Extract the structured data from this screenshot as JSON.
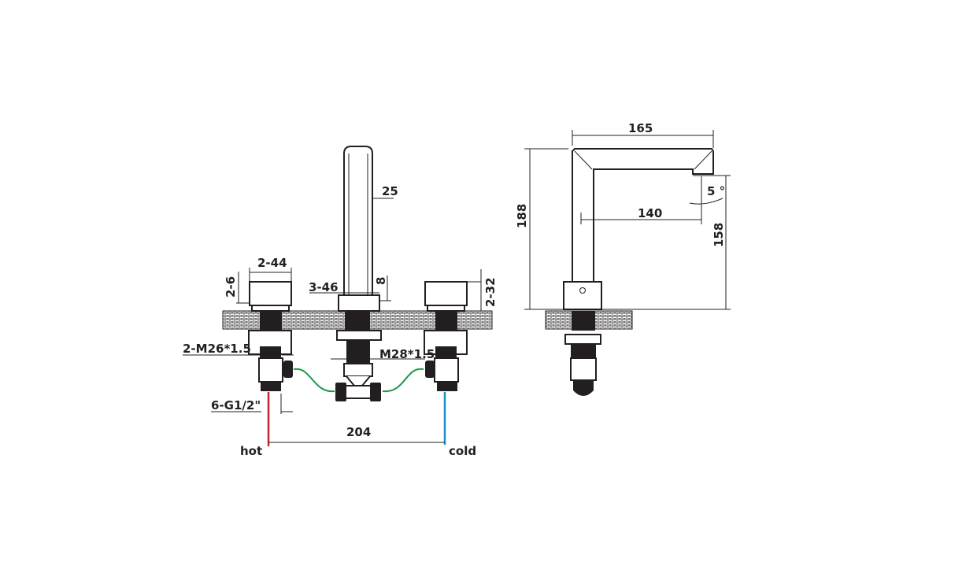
{
  "front_view": {
    "handle_width": "2-44",
    "handle_top": "2-6",
    "spout_base": "3-46",
    "spout_offset": "8",
    "handle_height": "2-32",
    "spout_width": "25",
    "valve_thread": "2-M26*1.5",
    "spout_thread": "M28*1.5",
    "inlet_thread": "6-G1/2\"",
    "centers": "204",
    "hot_label": "hot",
    "cold_label": "cold"
  },
  "side_view": {
    "reach_total": "165",
    "reach_outlet": "140",
    "height_total": "188",
    "outlet_height": "158",
    "angle": "5 °"
  },
  "colors": {
    "hot": "#c1272d",
    "cold": "#1b8fc9",
    "hose": "#1a9a4a",
    "line": "#231f20"
  }
}
